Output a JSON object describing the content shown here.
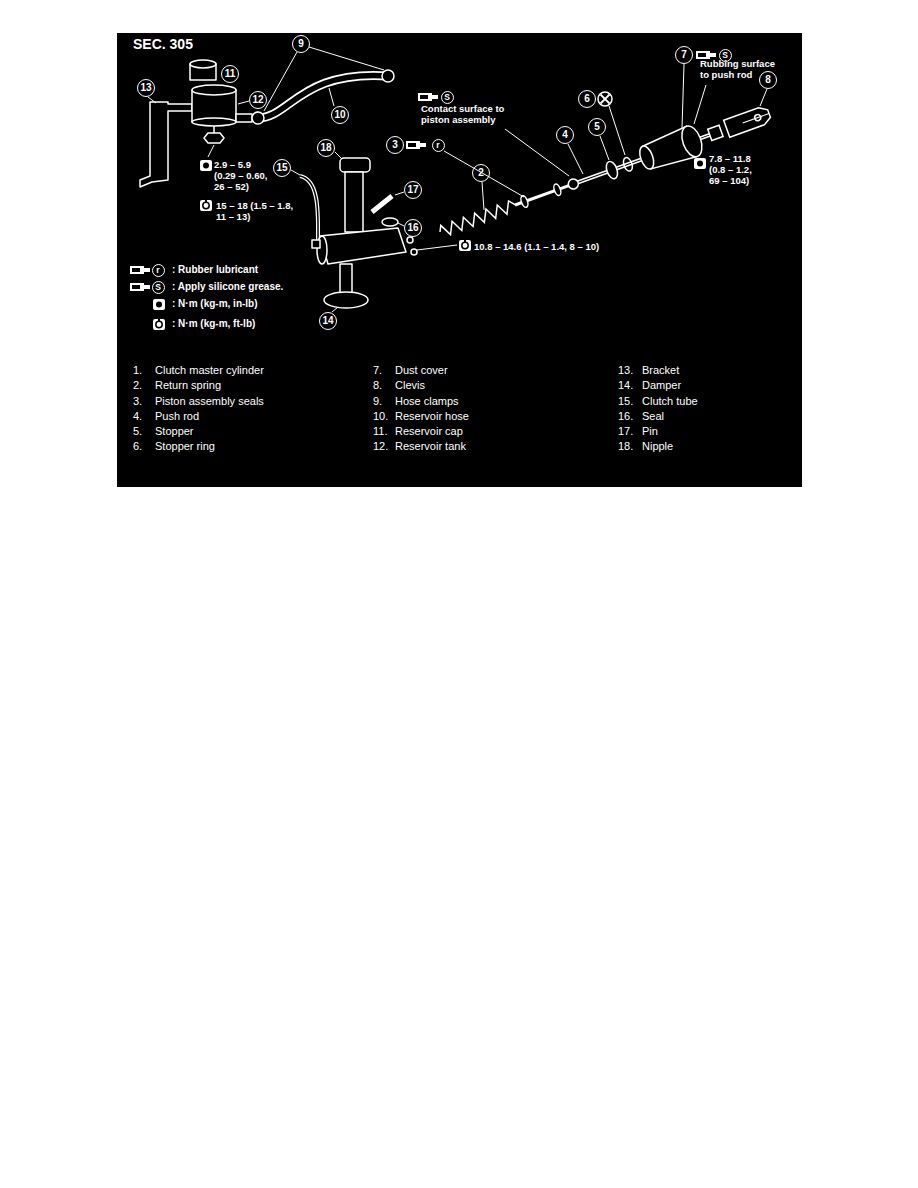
{
  "diagram": {
    "title": "SEC. 305",
    "labels": [
      "13",
      "11",
      "12",
      "9",
      "10",
      "18",
      "15",
      "17",
      "16",
      "2",
      "14",
      "3",
      "r",
      "S",
      "Contact surface to piston assembly",
      "4",
      "5",
      "6",
      "7",
      "S",
      "Rubbing surface to push rod",
      "8",
      "2.9 – 5.9 (0.29 – 0.60, 26 – 52)",
      "15 – 18 (1.5 – 1.8, 11 – 13)",
      "10.8 – 14.6 (1.1 – 1.4, 8 – 10)",
      "7.8 – 11.8 (0.8 – 1.2, 69 – 104)",
      "r",
      "S",
      "1.",
      "Clutch master cylinder",
      "2.",
      "Return spring",
      "3.",
      "Piston assembly seals",
      "4.",
      "Push rod",
      "5.",
      "Stopper",
      "6.",
      "Stopper ring",
      "7.",
      "Dust cover",
      "8.",
      "Clevis",
      "9.",
      "Hose clamps",
      "10.",
      "Reservoir hose",
      "11.",
      "Reservoir cap",
      "12.",
      "Reservoir tank",
      "13.",
      "Bracket",
      "14.",
      "Damper",
      "15.",
      "Clutch tube",
      "16.",
      "Seal",
      "17.",
      "Pin",
      "18.",
      "Nipple"
    ],
    "legend": [
      {
        "text": ": Rubber lubricant"
      },
      {
        "text": ": Apply silicone grease."
      },
      {
        "text": ": N·m (kg-m, in-lb)"
      },
      {
        "text": ": N·m (kg-m, ft-lb)"
      }
    ]
  }
}
